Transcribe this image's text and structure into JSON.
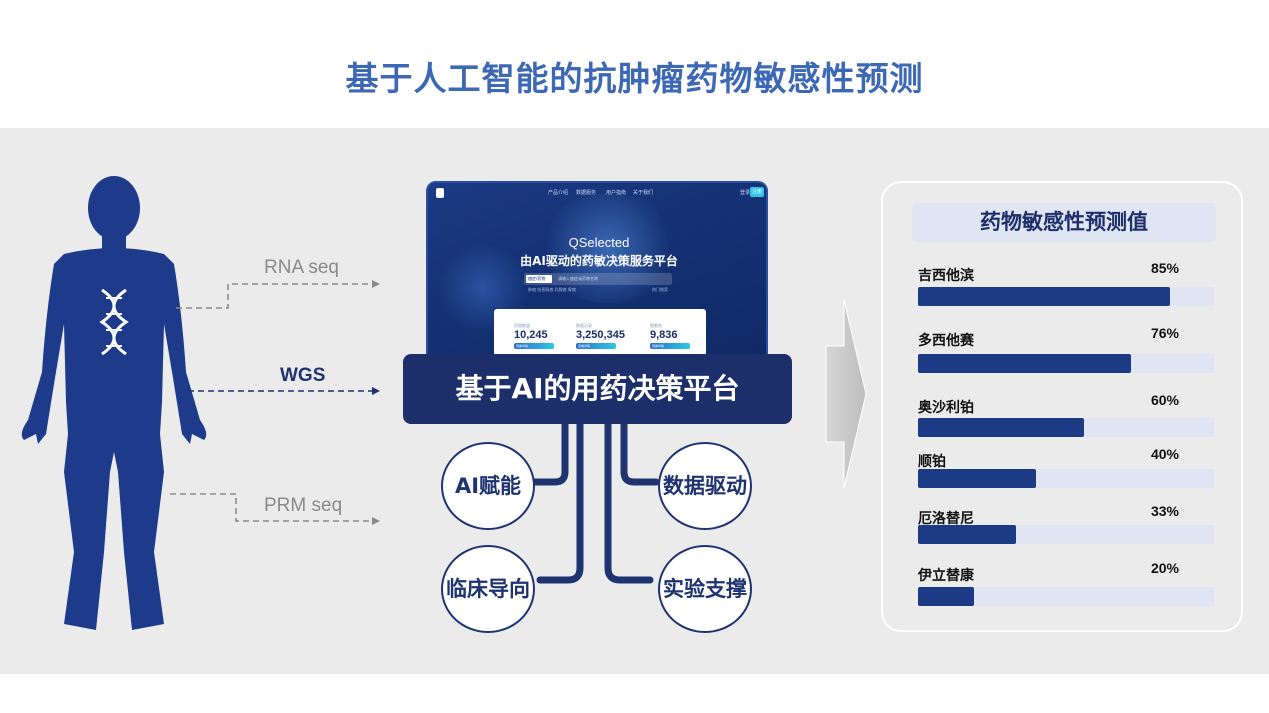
{
  "title": "基于人工智能的抗肿瘤药物敏感性预测",
  "inputs": {
    "rna": "RNA seq",
    "wgs": "WGS",
    "prm": "PRM seq"
  },
  "screenshot": {
    "nav": [
      "产品介绍",
      "数据服务",
      "用户指南",
      "关于我们"
    ],
    "login": "登录",
    "register": "注册",
    "brand": "QSelected",
    "subtitle": "由AI驱动的药敏决策服务平台",
    "search_select": "癌症/药物",
    "search_placeholder": "请输入癌症或药物名称",
    "tags": "肺癌  结直肠癌  乳腺癌  胃癌",
    "hot": "热门搜索",
    "stats": [
      {
        "label": "药物数量",
        "value": "10,245",
        "button": "查看详情"
      },
      {
        "label": "数据记录",
        "value": "3,250,345",
        "button": "查看详情"
      },
      {
        "label": "细胞系",
        "value": "9,836",
        "button": "查看详情"
      }
    ]
  },
  "platform": "基于AI的用药决策平台",
  "pillars": {
    "ai": "AI赋能",
    "data": "数据驱动",
    "clinical": "临床导向",
    "experiment": "实验支撑"
  },
  "prediction": {
    "title": "药物敏感性预测值",
    "drugs": [
      {
        "name": "吉西他滨",
        "percent": "85%",
        "value": 0.85
      },
      {
        "name": "多西他赛",
        "percent": "76%",
        "value": 0.72
      },
      {
        "name": "奥沙利铂",
        "percent": "60%",
        "value": 0.56
      },
      {
        "name": "顺铂",
        "percent": "40%",
        "value": 0.4
      },
      {
        "name": "厄洛替尼",
        "percent": "33%",
        "value": 0.33
      },
      {
        "name": "伊立替康",
        "percent": "20%",
        "value": 0.19
      }
    ]
  },
  "colors": {
    "title": "#3c68b4",
    "navy": "#1c2f6b",
    "bar": "#1d3a84",
    "track": "#dfe5f2",
    "body": "#1e3a8a"
  }
}
